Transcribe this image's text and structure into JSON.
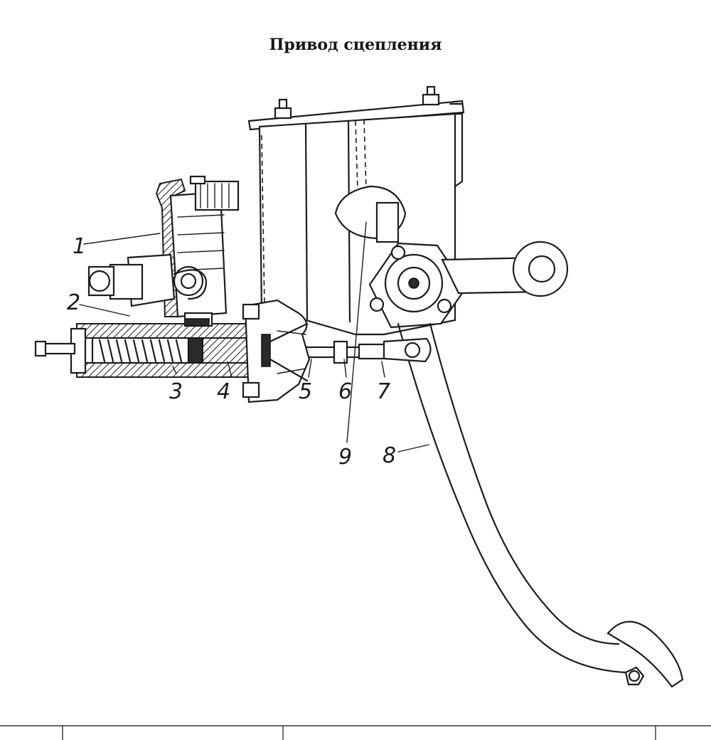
{
  "title": "Привод сцепления",
  "callouts": [
    {
      "id": "c1",
      "label": "1"
    },
    {
      "id": "c2",
      "label": "2"
    },
    {
      "id": "c3",
      "label": "3"
    },
    {
      "id": "c4",
      "label": "4"
    },
    {
      "id": "c5",
      "label": "5"
    },
    {
      "id": "c6",
      "label": "6"
    },
    {
      "id": "c7",
      "label": "7"
    },
    {
      "id": "c8",
      "label": "8"
    },
    {
      "id": "c9",
      "label": "9"
    }
  ]
}
